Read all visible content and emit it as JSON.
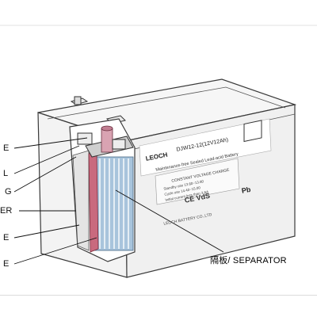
{
  "labels": {
    "left": [
      "E",
      "L",
      "G",
      "ER",
      "E",
      "E"
    ],
    "separator": "隔板/ SEPARATOR"
  },
  "battery": {
    "brand": "LEOCH",
    "model": "DJW12-12(12V12Ah)",
    "subtitle": "Maintenance-free Sealed Lead-acid Battery",
    "spec_title": "CONSTANT VOLTAGE CHARGE",
    "spec_rows": [
      "Standby use    13.60~13.80",
      "Cycle use      14.40~15.00",
      "Initial current  less than 3.6A"
    ],
    "marks": "CE  VdS",
    "pb_mark": "Pb",
    "footer": "LEOCH BATTERY CO.,LTD"
  },
  "colors": {
    "outline": "#3a3a3a",
    "case_light": "#f2f2f2",
    "case_shadow": "#cfcfcf",
    "plates": "#a8c4dc",
    "terminal": "#d9a3b2"
  }
}
